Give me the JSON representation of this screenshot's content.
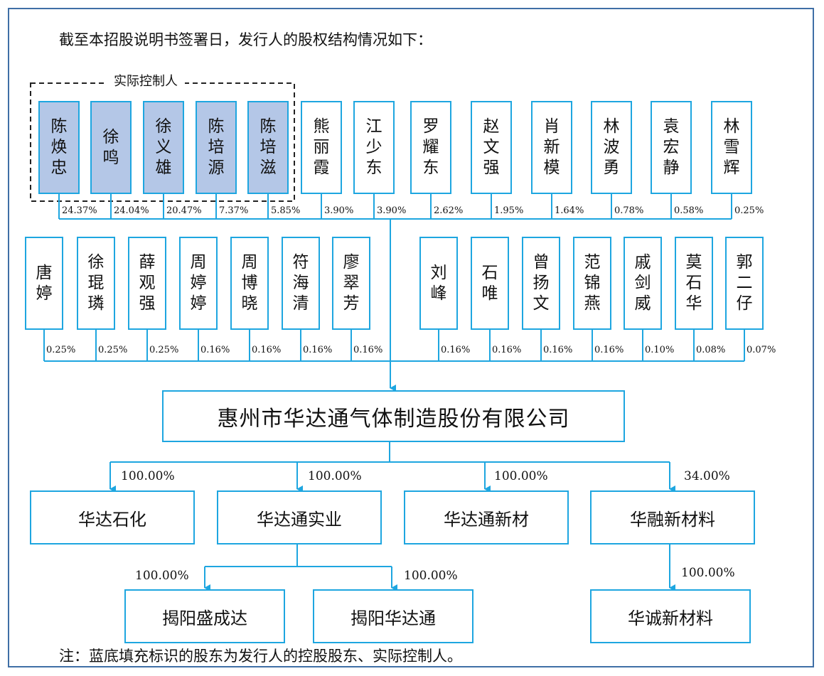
{
  "intro": "截至本招股说明书签署日，发行人的股权结构情况如下：",
  "controller_group_label": "实际控制人",
  "colors": {
    "border": "#1ea6e0",
    "controller_fill": "#b4c7e7",
    "frame": "#3f6fa6"
  },
  "row1": [
    {
      "name": "陈焕忠",
      "pct": "24.37%",
      "controller": true
    },
    {
      "name": "徐鸣",
      "pct": "24.04%",
      "controller": true
    },
    {
      "name": "徐义雄",
      "pct": "20.47%",
      "controller": true
    },
    {
      "name": "陈培源",
      "pct": "7.37%",
      "controller": true
    },
    {
      "name": "陈培滋",
      "pct": "5.85%",
      "controller": true
    },
    {
      "name": "熊丽霞",
      "pct": "3.90%",
      "controller": false
    },
    {
      "name": "江少东",
      "pct": "3.90%",
      "controller": false
    },
    {
      "name": "罗耀东",
      "pct": "2.62%",
      "controller": false
    },
    {
      "name": "赵文强",
      "pct": "1.95%",
      "controller": false
    },
    {
      "name": "肖新模",
      "pct": "1.64%",
      "controller": false
    },
    {
      "name": "林波勇",
      "pct": "0.78%",
      "controller": false
    },
    {
      "name": "袁宏静",
      "pct": "0.58%",
      "controller": false
    },
    {
      "name": "林雪辉",
      "pct": "0.25%",
      "controller": false
    }
  ],
  "row2": [
    {
      "name": "唐婷",
      "pct": "0.25%"
    },
    {
      "name": "徐琨璘",
      "pct": "0.25%"
    },
    {
      "name": "薛观强",
      "pct": "0.25%"
    },
    {
      "name": "周婷婷",
      "pct": "0.16%"
    },
    {
      "name": "周博晓",
      "pct": "0.16%"
    },
    {
      "name": "符海清",
      "pct": "0.16%"
    },
    {
      "name": "廖翠芳",
      "pct": "0.16%"
    },
    {
      "name": "刘峰",
      "pct": "0.16%"
    },
    {
      "name": "石唯",
      "pct": "0.16%"
    },
    {
      "name": "曾扬文",
      "pct": "0.16%"
    },
    {
      "name": "范锦燕",
      "pct": "0.16%"
    },
    {
      "name": "戚剑威",
      "pct": "0.10%"
    },
    {
      "name": "莫石华",
      "pct": "0.08%"
    },
    {
      "name": "郭二仔",
      "pct": "0.07%"
    }
  ],
  "company": "惠州市华达通气体制造股份有限公司",
  "subsidiaries": [
    {
      "name": "华达石化",
      "pct": "100.00%"
    },
    {
      "name": "华达通实业",
      "pct": "100.00%"
    },
    {
      "name": "华达通新材",
      "pct": "100.00%"
    },
    {
      "name": "华融新材料",
      "pct": "34.00%"
    }
  ],
  "second_level": [
    {
      "name": "揭阳盛成达",
      "pct": "100.00%",
      "parent": "华达通实业"
    },
    {
      "name": "揭阳华达通",
      "pct": "100.00%",
      "parent": "华达通实业"
    },
    {
      "name": "华诚新材料",
      "pct": "100.00%",
      "parent": "华融新材料"
    }
  ],
  "note": "注：蓝底填充标识的股东为发行人的控股股东、实际控制人。"
}
